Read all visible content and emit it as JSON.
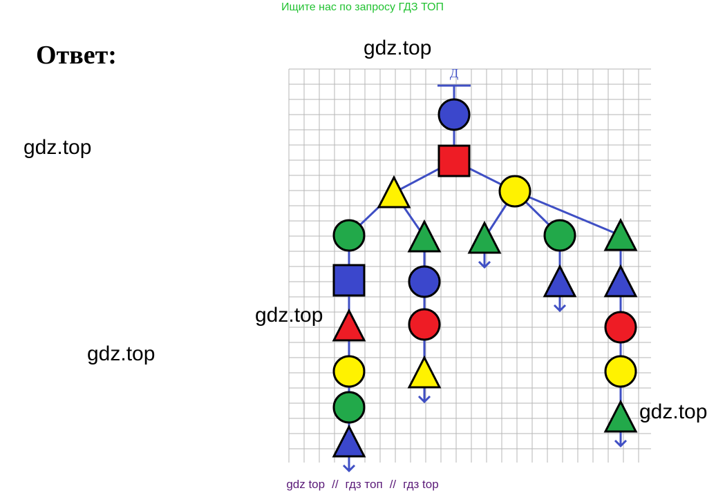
{
  "banner": "Ищите нас по запросу ГДЗ ТОП",
  "answer_label": "Ответ:",
  "watermark": "gdz.top",
  "footer": {
    "part1": "gdz top",
    "sep": "//",
    "part2": "гдз топ",
    "part3": "гдз top"
  },
  "root_label": "Д",
  "colors": {
    "grid": "#b5b5b5",
    "line": "#3f4fc4",
    "blue": "#3b47cc",
    "red": "#ee1c25",
    "yellow": "#fff200",
    "green": "#22a94a",
    "stroke": "#000000"
  },
  "nodes": [
    {
      "id": "n1",
      "shape": "circle",
      "color": "blue"
    },
    {
      "id": "n2",
      "shape": "square",
      "color": "red"
    },
    {
      "id": "n3",
      "shape": "triangle",
      "color": "yellow"
    },
    {
      "id": "n4",
      "shape": "circle",
      "color": "yellow"
    },
    {
      "id": "n5",
      "shape": "circle",
      "color": "green"
    },
    {
      "id": "n6",
      "shape": "square",
      "color": "blue"
    },
    {
      "id": "n7",
      "shape": "triangle",
      "color": "red"
    },
    {
      "id": "n8",
      "shape": "circle",
      "color": "yellow"
    },
    {
      "id": "n9",
      "shape": "circle",
      "color": "green"
    },
    {
      "id": "n10",
      "shape": "triangle",
      "color": "blue"
    },
    {
      "id": "n11",
      "shape": "triangle",
      "color": "green"
    },
    {
      "id": "n12",
      "shape": "circle",
      "color": "blue"
    },
    {
      "id": "n13",
      "shape": "circle",
      "color": "red"
    },
    {
      "id": "n14",
      "shape": "triangle",
      "color": "yellow"
    },
    {
      "id": "n15",
      "shape": "triangle",
      "color": "green"
    },
    {
      "id": "n16",
      "shape": "circle",
      "color": "green"
    },
    {
      "id": "n17",
      "shape": "triangle",
      "color": "blue"
    },
    {
      "id": "n18",
      "shape": "triangle",
      "color": "green"
    },
    {
      "id": "n19",
      "shape": "triangle",
      "color": "blue"
    },
    {
      "id": "n20",
      "shape": "circle",
      "color": "red"
    },
    {
      "id": "n21",
      "shape": "circle",
      "color": "yellow"
    },
    {
      "id": "n22",
      "shape": "triangle",
      "color": "green"
    }
  ],
  "edges": [
    [
      "n1",
      "n2"
    ],
    [
      "n2",
      "n3"
    ],
    [
      "n2",
      "n4"
    ],
    [
      "n3",
      "n5"
    ],
    [
      "n3",
      "n11"
    ],
    [
      "n5",
      "n6"
    ],
    [
      "n6",
      "n7"
    ],
    [
      "n7",
      "n8"
    ],
    [
      "n8",
      "n9"
    ],
    [
      "n9",
      "n10"
    ],
    [
      "n11",
      "n12"
    ],
    [
      "n12",
      "n13"
    ],
    [
      "n13",
      "n14"
    ],
    [
      "n4",
      "n15"
    ],
    [
      "n4",
      "n16"
    ],
    [
      "n4",
      "n18"
    ],
    [
      "n16",
      "n17"
    ],
    [
      "n18",
      "n19"
    ],
    [
      "n19",
      "n20"
    ],
    [
      "n20",
      "n21"
    ],
    [
      "n21",
      "n22"
    ]
  ],
  "continuations": [
    "n10",
    "n14",
    "n15",
    "n17",
    "n22"
  ]
}
